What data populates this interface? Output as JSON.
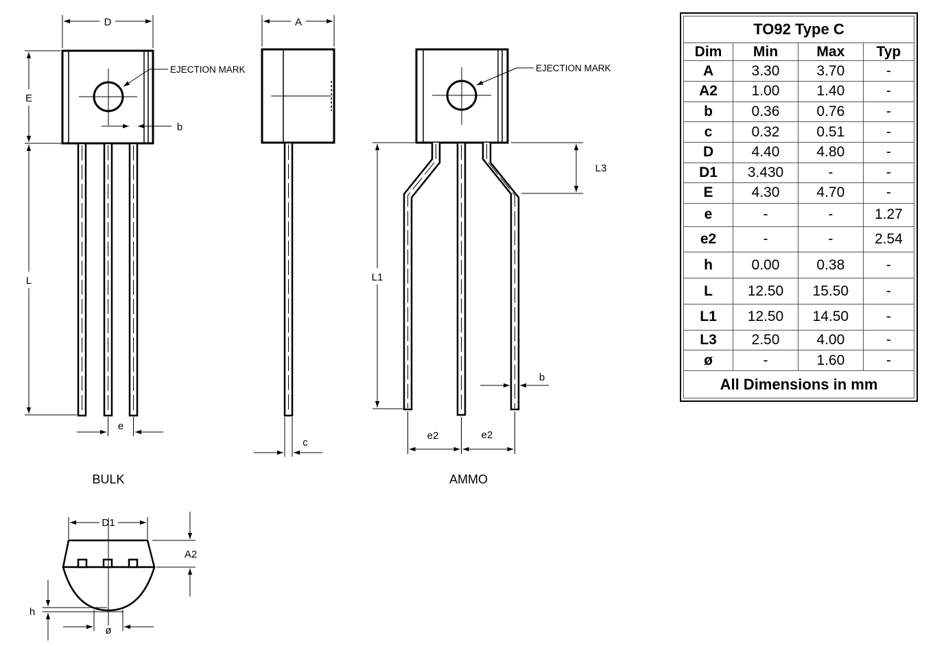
{
  "labels": {
    "D": "D",
    "A": "A",
    "E": "E",
    "b": "b",
    "L": "L",
    "e": "e",
    "c": "c",
    "L1": "L1",
    "L3": "L3",
    "e2": "e2",
    "D1": "D1",
    "A2": "A2",
    "h": "h",
    "phi": "ø",
    "ejection_mark": "EJECTION MARK",
    "bulk": "BULK",
    "ammo": "AMMO"
  },
  "table": {
    "title": "TO92 Type C",
    "headers": [
      "Dim",
      "Min",
      "Max",
      "Typ"
    ],
    "rows": [
      [
        "A",
        "3.30",
        "3.70",
        "-"
      ],
      [
        "A2",
        "1.00",
        "1.40",
        "-"
      ],
      [
        "b",
        "0.36",
        "0.76",
        "-"
      ],
      [
        "c",
        "0.32",
        "0.51",
        "-"
      ],
      [
        "D",
        "4.40",
        "4.80",
        "-"
      ],
      [
        "D1",
        "3.430",
        "-",
        "-"
      ],
      [
        "E",
        "4.30",
        "4.70",
        "-"
      ],
      [
        "e",
        "-",
        "-",
        "1.27"
      ],
      [
        "e2",
        "-",
        "-",
        "2.54"
      ],
      [
        "h",
        "0.00",
        "0.38",
        "-"
      ],
      [
        "L",
        "12.50",
        "15.50",
        "-"
      ],
      [
        "L1",
        "12.50",
        "14.50",
        "-"
      ],
      [
        "L3",
        "2.50",
        "4.00",
        "-"
      ],
      [
        "ø",
        "-",
        "1.60",
        "-"
      ]
    ],
    "footer": "All Dimensions in mm"
  }
}
